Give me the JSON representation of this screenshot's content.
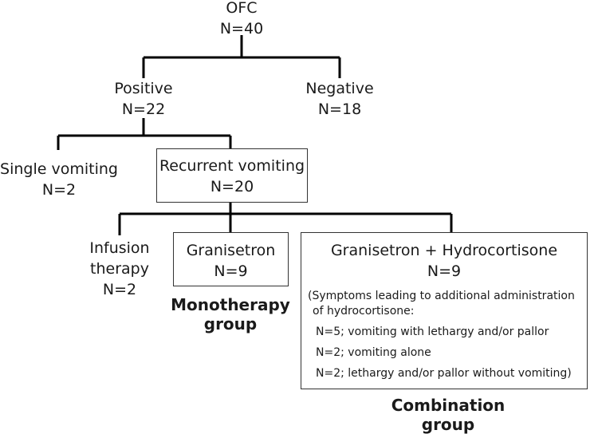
{
  "root": {
    "label": "OFC",
    "n": "N=40"
  },
  "positive": {
    "label": "Positive",
    "n": "N=22"
  },
  "negative": {
    "label": "Negative",
    "n": "N=18"
  },
  "single_vomiting": {
    "label": "Single vomiting",
    "n": "N=2"
  },
  "recurrent_vomiting": {
    "label": "Recurrent vomiting",
    "n": "N=20"
  },
  "infusion": {
    "line1": "Infusion",
    "line2": "therapy",
    "n": "N=2"
  },
  "granisetron": {
    "label": "Granisetron",
    "n": "N=9",
    "group_line1": "Monotherapy",
    "group_line2": "group"
  },
  "combination": {
    "label": "Granisetron + Hydrocortisone",
    "n": "N=9",
    "note_line1": "(Symptoms leading to additional administration",
    "note_line2": "of hydrocortisone:",
    "item1": "N=5; vomiting with lethargy and/or pallor",
    "item2": "N=2; vomiting alone",
    "item3": "N=2; lethargy and/or pallor without vomiting)",
    "group_line1": "Combination",
    "group_line2": "group"
  },
  "colors": {
    "line": "#000000",
    "box_border": "#333333",
    "text": "#1a1a1a"
  }
}
